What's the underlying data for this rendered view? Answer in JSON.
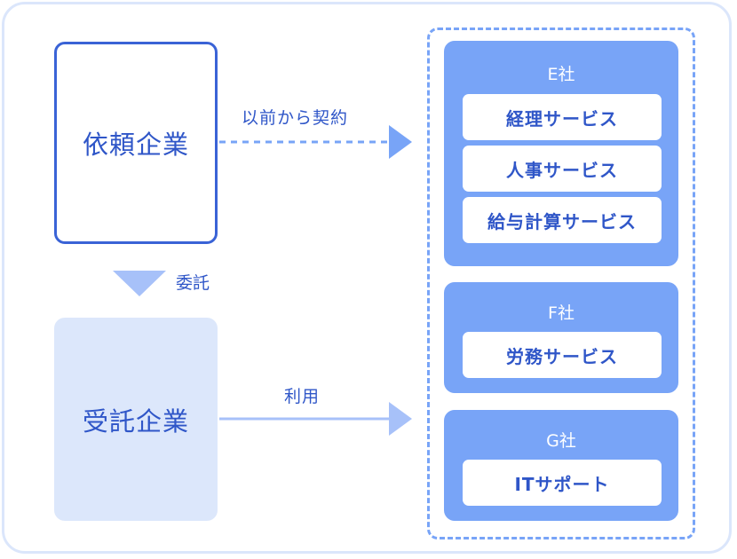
{
  "client": {
    "label": "依頼企業"
  },
  "contractor": {
    "label": "受託企業"
  },
  "delegation": {
    "label": "委託"
  },
  "edges": {
    "contract": {
      "label": "以前から契約"
    },
    "use": {
      "label": "利用"
    }
  },
  "companies": [
    {
      "name": "E社",
      "services": [
        "経理サービス",
        "人事サービス",
        "給与計算サービス"
      ]
    },
    {
      "name": "F社",
      "services": [
        "労務サービス"
      ]
    },
    {
      "name": "G社",
      "services": [
        "ITサポート"
      ]
    }
  ],
  "colors": {
    "primary": "#3a63d6",
    "company_fill": "#78a4f7",
    "light_fill": "#dce7fb",
    "arrow_light": "#a7c1f9",
    "frame": "#dbe6fb"
  }
}
